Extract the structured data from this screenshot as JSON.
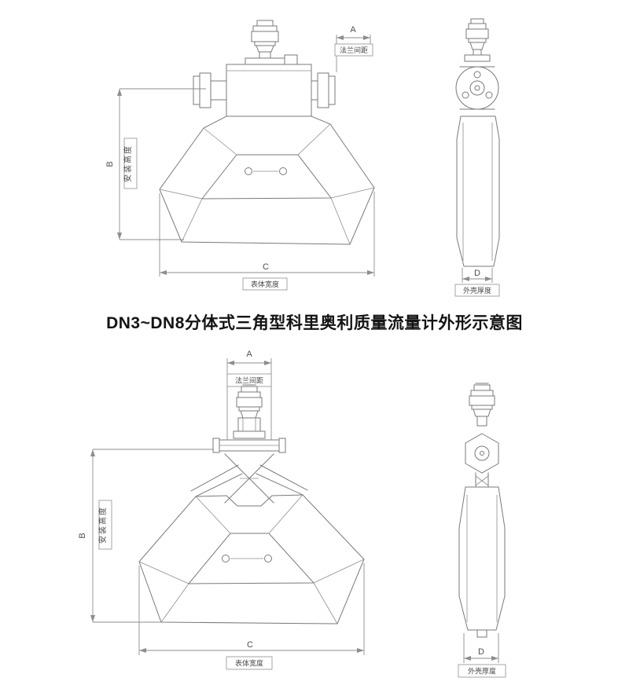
{
  "caption": "DN3~DN8分体式三角型科里奥利质量流量计外形示意图",
  "colors": {
    "background": "#ffffff",
    "drawing_line": "#7a7a7a",
    "dimension_text": "#4f4f4f",
    "caption_text": "#141414"
  },
  "figures": {
    "top": {
      "dims": {
        "a": "A",
        "a_desc": "法兰间距",
        "b": "B",
        "b_desc": "安装高度",
        "c": "C",
        "c_desc": "表体宽度",
        "d": "D",
        "d_desc": "外壳厚度"
      }
    },
    "bottom": {
      "dims": {
        "a": "A",
        "a_desc": "法兰间距",
        "b": "B",
        "b_desc": "安装高度",
        "c": "C",
        "c_desc": "表体宽度",
        "d": "D",
        "d_desc": "外壳厚度"
      }
    }
  }
}
